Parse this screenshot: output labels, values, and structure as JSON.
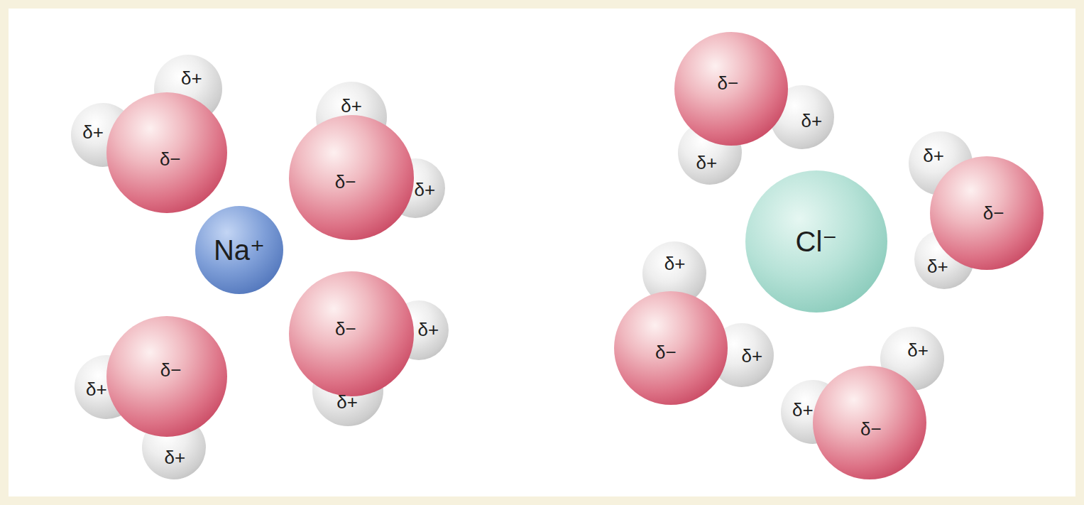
{
  "diagram": {
    "nodes": [
      {
        "text": [
          "Na⁺"
        ]
      },
      {
        "text": [
          "Cl⁻"
        ]
      },
      {
        "text": [
          "δ+"
        ]
      },
      {
        "text": [
          "δ+"
        ]
      },
      {
        "text": [
          "δ−"
        ]
      },
      {
        "text": [
          "δ+"
        ]
      },
      {
        "text": [
          "δ+"
        ]
      },
      {
        "text": [
          "δ−"
        ]
      },
      {
        "text": [
          "δ+"
        ]
      },
      {
        "text": [
          "δ+"
        ]
      },
      {
        "text": [
          "δ−"
        ]
      },
      {
        "text": [
          "δ+"
        ]
      },
      {
        "text": [
          "δ+"
        ]
      },
      {
        "text": [
          "δ−"
        ]
      },
      {
        "text": [
          "δ+"
        ]
      },
      {
        "text": [
          "δ+"
        ]
      },
      {
        "text": [
          "δ−"
        ]
      },
      {
        "text": [
          "δ+"
        ]
      },
      {
        "text": [
          "δ+"
        ]
      },
      {
        "text": [
          "δ−"
        ]
      },
      {
        "text": [
          "δ+"
        ]
      },
      {
        "text": [
          "δ+"
        ]
      },
      {
        "text": [
          "δ−"
        ]
      },
      {
        "text": [
          "δ+"
        ]
      },
      {
        "text": [
          "δ+"
        ]
      },
      {
        "text": [
          "δ−"
        ]
      }
    ]
  }
}
